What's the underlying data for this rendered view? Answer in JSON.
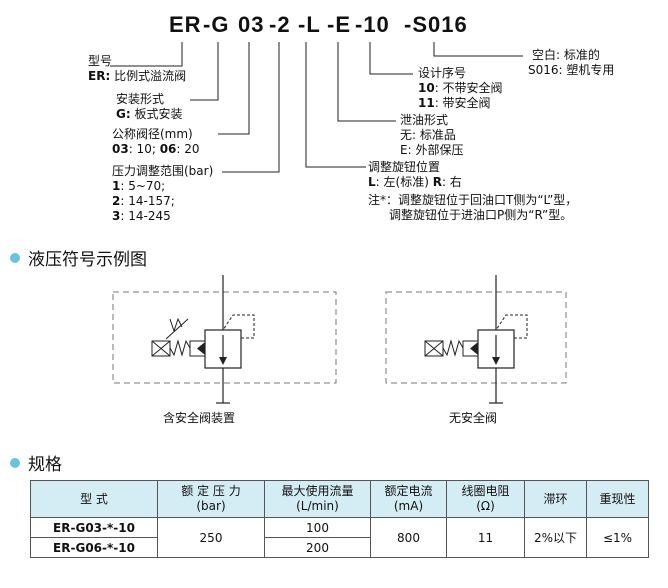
{
  "model_code": {
    "parts": [
      "ER",
      "-G",
      "03",
      "-2",
      "-L",
      "-E",
      "-10",
      "-S016"
    ]
  },
  "annotations": {
    "type": {
      "title": "型号",
      "line1_key": "ER:",
      "line1_text": " 比例式溢流阀"
    },
    "mount": {
      "title": "安装形式",
      "line1_key": "G:",
      "line1_text": " 板式安装"
    },
    "size": {
      "title": "公称阀径(mm)",
      "k1": "03",
      "t1": ": 10;  ",
      "k2": "06",
      "t2": ": 20"
    },
    "pressure": {
      "title": "压力调整范围(bar)",
      "k1": "1",
      "t1": ": 5~70;",
      "k2": "2",
      "t2": ": 14-157;",
      "k3": "3",
      "t3": ": 14-245"
    },
    "knob": {
      "title": "调整旋钮位置",
      "k1": "L",
      "t1": ": 左(标准)  ",
      "k2": "R",
      "t2": ": 右",
      "note1": "注*：调整旋钮位于回油口T侧为“L”型，",
      "note2": "调整旋钮位于进油口P侧为“R”型。"
    },
    "drain": {
      "title": "泄油形式",
      "line1": "无: 标准品",
      "line2": "E: 外部保压"
    },
    "design": {
      "title": "设计序号",
      "k1": "10",
      "t1": ": 不带安全阀",
      "k2": "11",
      "t2": ": 带安全阀"
    },
    "suffix": {
      "line1": "空白: 标准的",
      "line2": "S016: 塑机专用"
    }
  },
  "symbols_section": {
    "title": "液压符号示例图",
    "left_caption": "含安全阀装置",
    "right_caption": "无安全阀"
  },
  "spec_section": {
    "title": "规格",
    "headers": [
      "型  式",
      "额 定 压 力\n(bar)",
      "最大使用流量\n(L/min)",
      "额定电流\n(mA)",
      "线圈电阻\n(Ω)",
      "滞环",
      "重现性"
    ],
    "rows": [
      {
        "model": "ER-G03-*-10",
        "flow": "100"
      },
      {
        "model": "ER-G06-*-10",
        "flow": "200"
      }
    ],
    "pressure": "250",
    "current": "800",
    "resistance": "11",
    "hysteresis": "2%以下",
    "repeatability": "≤1%"
  },
  "colors": {
    "accent": "#6bc2e0",
    "header_bg": "#d4edf5"
  }
}
